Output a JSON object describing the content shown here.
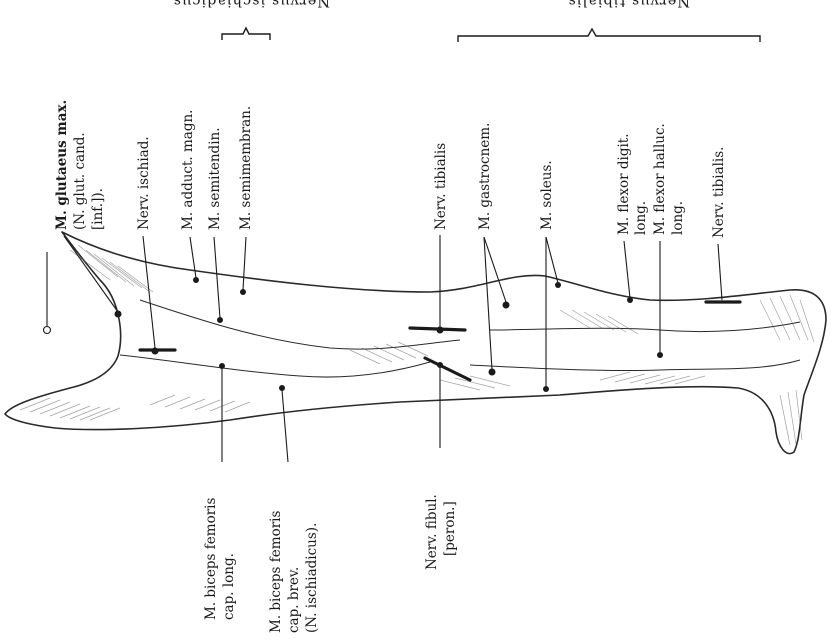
{
  "headers": {
    "ischiadicus": "Nervus ischiadicus.",
    "tibialis": "Nervus tibialis."
  },
  "labels": {
    "glutaeus_l1": "M. glutaeus max.",
    "glutaeus_l2": "(N. glut. cand.",
    "glutaeus_l3": "[inf.]).",
    "n_ischiad": "Nerv. ischiad.",
    "adduct": "M. adduct. magn.",
    "semitendin": "M. semitendin.",
    "semimembran": "M. semimembran.",
    "n_tibialis_upper": "Nerv. tibialis",
    "gastrocnem": "M. gastrocnem.",
    "soleus": "M. soleus.",
    "flexor_digit_l1": "M. flexor digit.",
    "flexor_digit_l2": "long.",
    "flexor_halluc_l1": "M. flexor halluc.",
    "flexor_halluc_l2": "long.",
    "n_tibialis_lower": "Nerv. tibialis.",
    "biceps_long_l1": "M. biceps femoris",
    "biceps_long_l2": "cap. long.",
    "biceps_brev_l1": "M. biceps femoris",
    "biceps_brev_l2": "cap. brev.",
    "biceps_brev_l3": "(N. ischiadicus).",
    "n_fibul_l1": "Nerv. fibul.",
    "n_fibul_l2": "[peron.]"
  }
}
